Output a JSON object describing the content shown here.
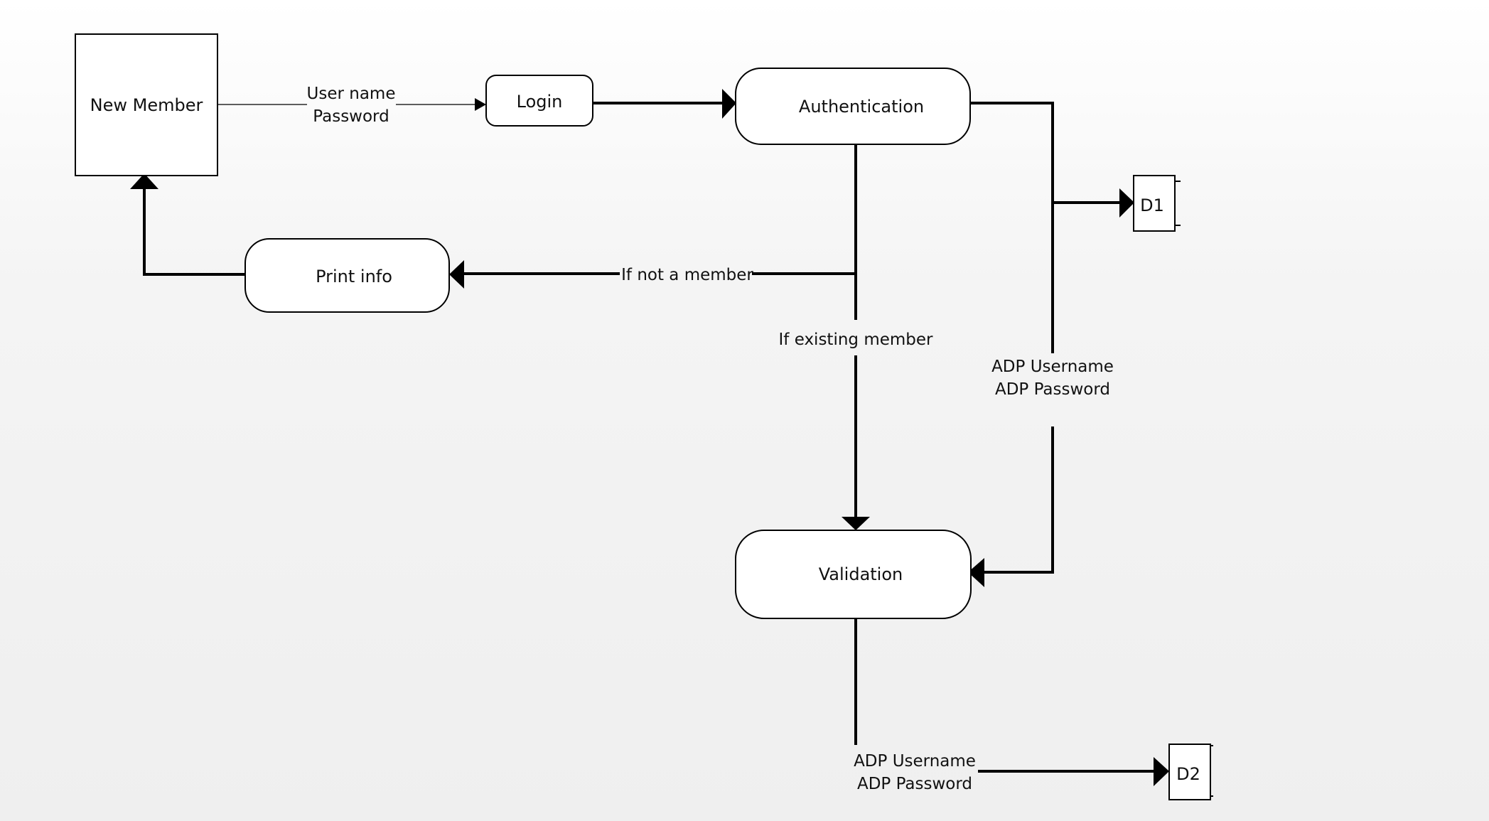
{
  "nodes": {
    "new_member": "New Member",
    "login": "Login",
    "authentication": "Authentication",
    "print_info": "Print info",
    "validation": "Validation",
    "d1": "D1",
    "d2": "D2"
  },
  "edges": {
    "credentials_line1": "User name",
    "credentials_line2": "Password",
    "not_member": "If not a member",
    "existing_member": "If existing member",
    "adp_store_line1": "ADP Username",
    "adp_store_line2": "ADP Password",
    "adp_out_line1": "ADP Username",
    "adp_out_line2": "ADP Password"
  },
  "colors": {
    "stroke": "#000000",
    "node_fill": "#ffffff",
    "background": "#f2f2f2"
  }
}
